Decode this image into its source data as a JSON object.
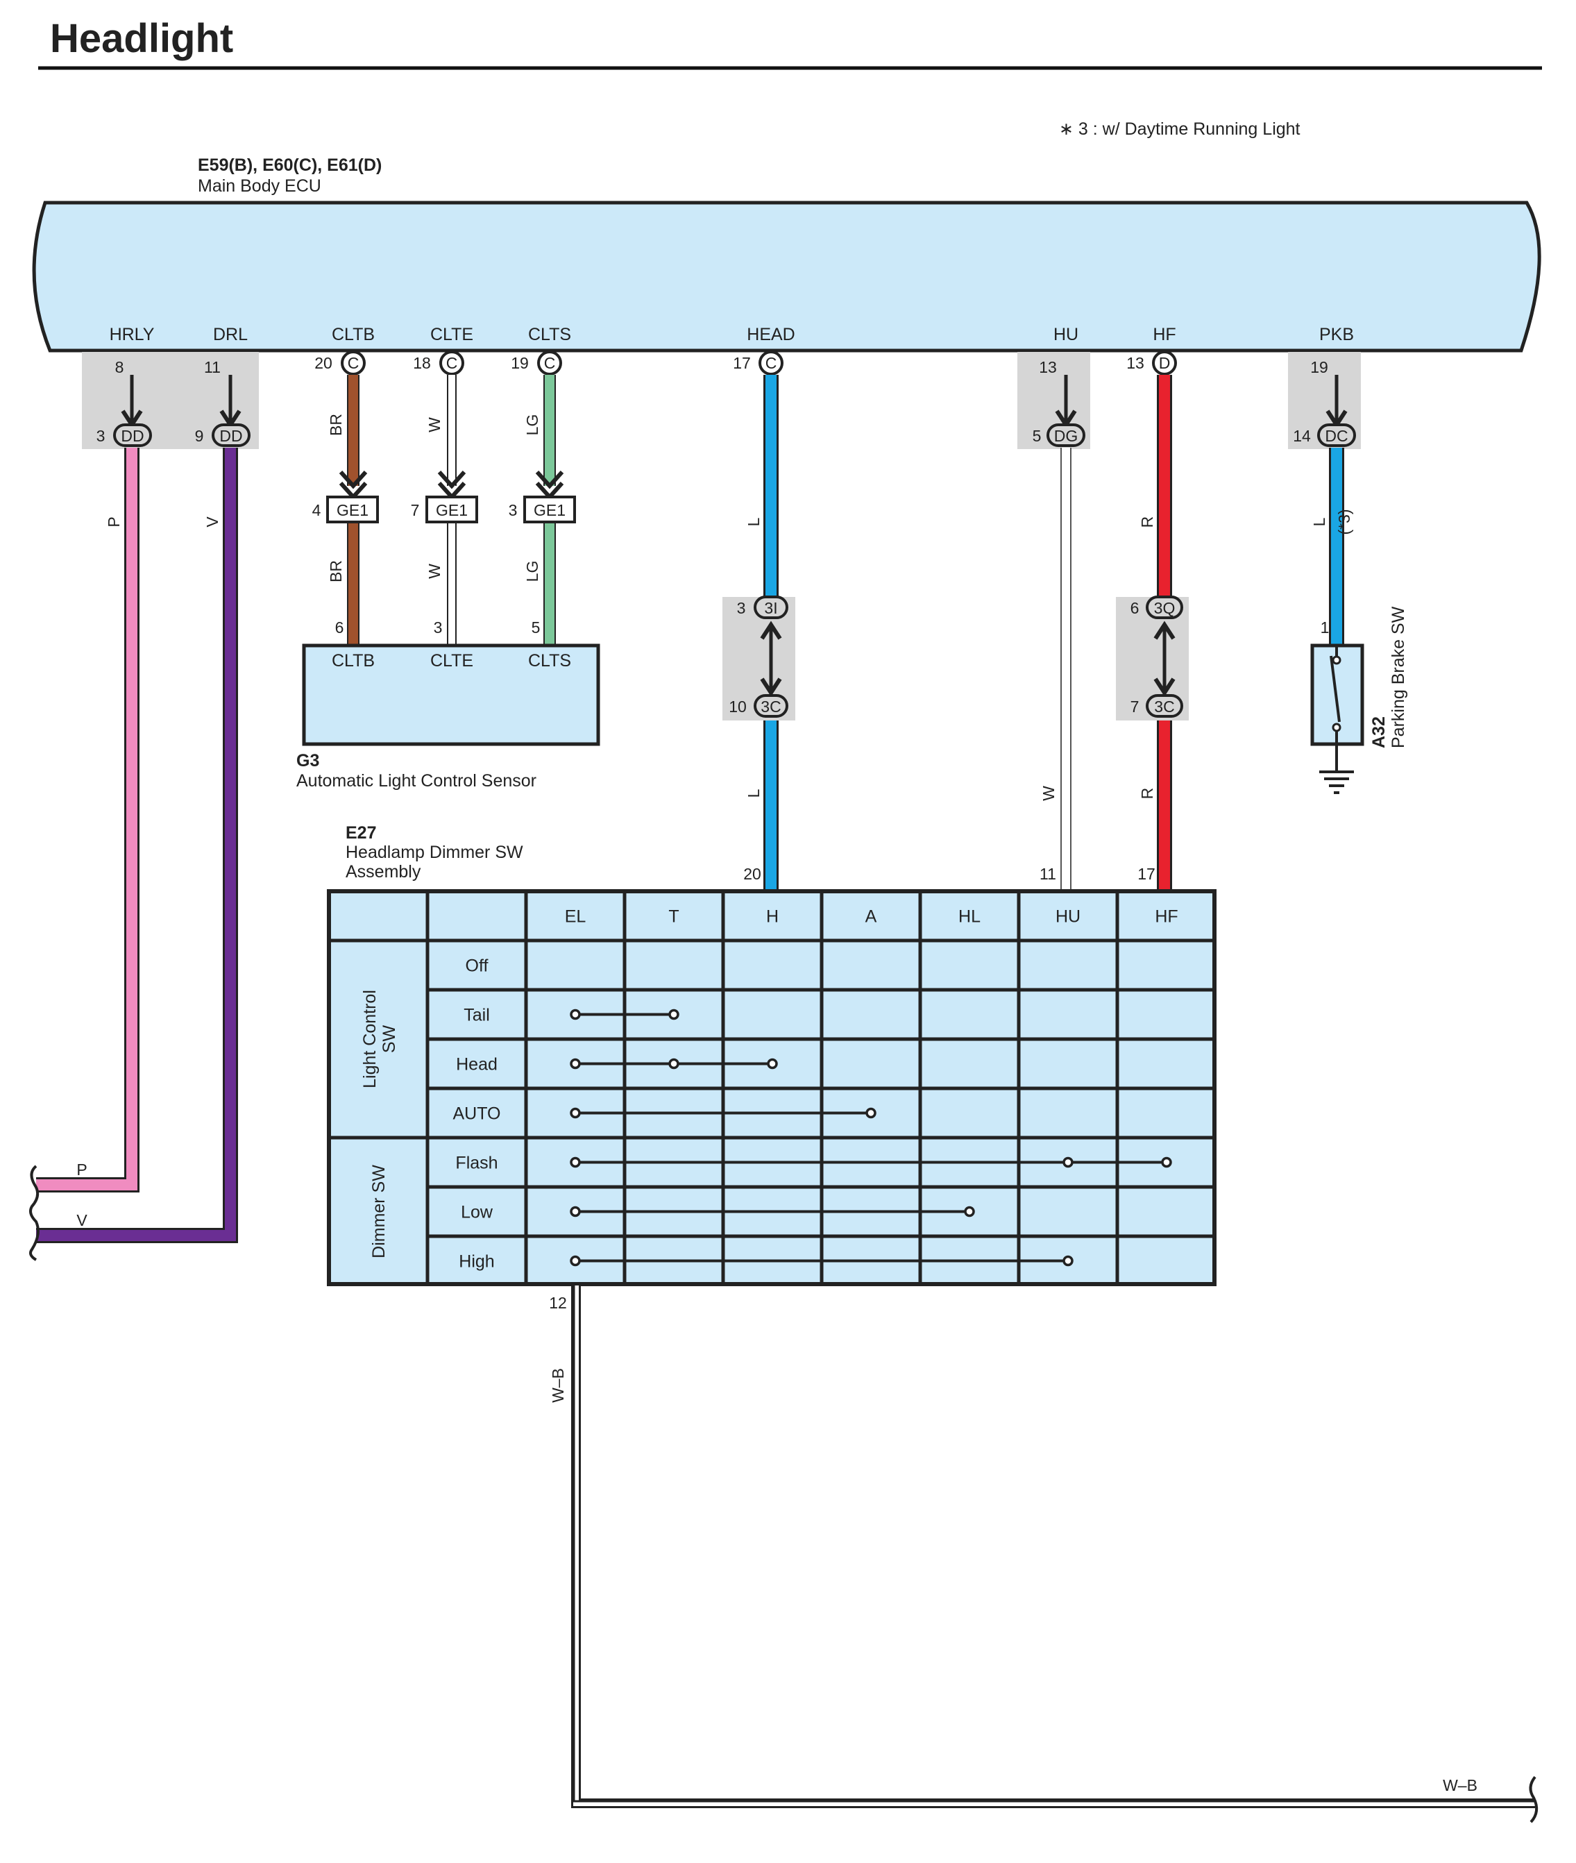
{
  "title": "Headlight",
  "note": "∗ 3 : w/ Daytime Running Light",
  "colors": {
    "ecu_fill": "#cce9f9",
    "connector_gray": "#d6d6d6",
    "wire_P": "#f08cc0",
    "wire_V": "#6a2e93",
    "wire_BR": "#a0522d",
    "wire_LG": "#7cc89a",
    "wire_L": "#1aa6e4",
    "wire_R": "#e8222e",
    "wire_W": "#ffffff",
    "outline": "#222222"
  },
  "ecu": {
    "code": "E59(B), E60(C), E61(D)",
    "name": "Main Body ECU",
    "terminals": [
      "HRLY",
      "DRL",
      "CLTB",
      "CLTE",
      "CLTS",
      "HEAD",
      "HU",
      "HF",
      "PKB"
    ]
  },
  "connectors": {
    "hrly": {
      "ecu_pin": "8",
      "jc_pin": "3",
      "jc": "DD",
      "wire": "P"
    },
    "drl": {
      "ecu_pin": "11",
      "jc_pin": "9",
      "jc": "DD",
      "wire": "V"
    },
    "cltb": {
      "ecu_pin": "20",
      "ecu_conn": "C",
      "mid_pin": "4",
      "mid": "GE1",
      "wire": "BR",
      "sensor_pin": "6"
    },
    "clte": {
      "ecu_pin": "18",
      "ecu_conn": "C",
      "mid_pin": "7",
      "mid": "GE1",
      "wire": "W",
      "sensor_pin": "3"
    },
    "clts": {
      "ecu_pin": "19",
      "ecu_conn": "C",
      "mid_pin": "3",
      "mid": "GE1",
      "wire": "LG",
      "sensor_pin": "5"
    },
    "head": {
      "ecu_pin": "17",
      "ecu_conn": "C",
      "j1_pin": "3",
      "j1": "3I",
      "j2_pin": "10",
      "j2": "3C",
      "wire": "L",
      "sw_pin": "20"
    },
    "hu": {
      "ecu_pin": "13",
      "jc_pin": "5",
      "jc": "DG",
      "wire": "W",
      "sw_pin": "11"
    },
    "hf": {
      "ecu_pin": "13",
      "ecu_conn": "D",
      "j1_pin": "6",
      "j1": "3Q",
      "j2_pin": "7",
      "j2": "3C",
      "wire": "R",
      "sw_pin": "17"
    },
    "pkb": {
      "ecu_pin": "19",
      "jc_pin": "14",
      "jc": "DC",
      "wire": "L",
      "note": "(*3)",
      "sw_pin": "1"
    }
  },
  "sensor": {
    "code": "G3",
    "name": "Automatic Light Control Sensor",
    "terminals": [
      "CLTB",
      "CLTE",
      "CLTS"
    ]
  },
  "parking_brake": {
    "code": "A32",
    "name": "Parking Brake SW"
  },
  "dimmer": {
    "code": "E27",
    "name_line1": "Headlamp Dimmer SW",
    "name_line2": "Assembly",
    "columns": [
      "EL",
      "T",
      "H",
      "A",
      "HL",
      "HU",
      "HF"
    ],
    "group1": {
      "line1": "Light Control",
      "line2": "SW"
    },
    "group2": "Dimmer SW",
    "rows": [
      {
        "label": "Off",
        "dots": []
      },
      {
        "label": "Tail",
        "dots": [
          0,
          1
        ]
      },
      {
        "label": "Head",
        "dots": [
          0,
          1,
          2
        ]
      },
      {
        "label": "AUTO",
        "dots": [
          0,
          3
        ]
      },
      {
        "label": "Flash",
        "dots": [
          0,
          5,
          6
        ]
      },
      {
        "label": "Low",
        "dots": [
          0,
          4
        ]
      },
      {
        "label": "High",
        "dots": [
          0,
          5
        ]
      }
    ],
    "ground_pin": "12",
    "ground_wire": "W–B"
  },
  "offpage": {
    "p": "P",
    "v": "V",
    "wb": "W–B"
  }
}
